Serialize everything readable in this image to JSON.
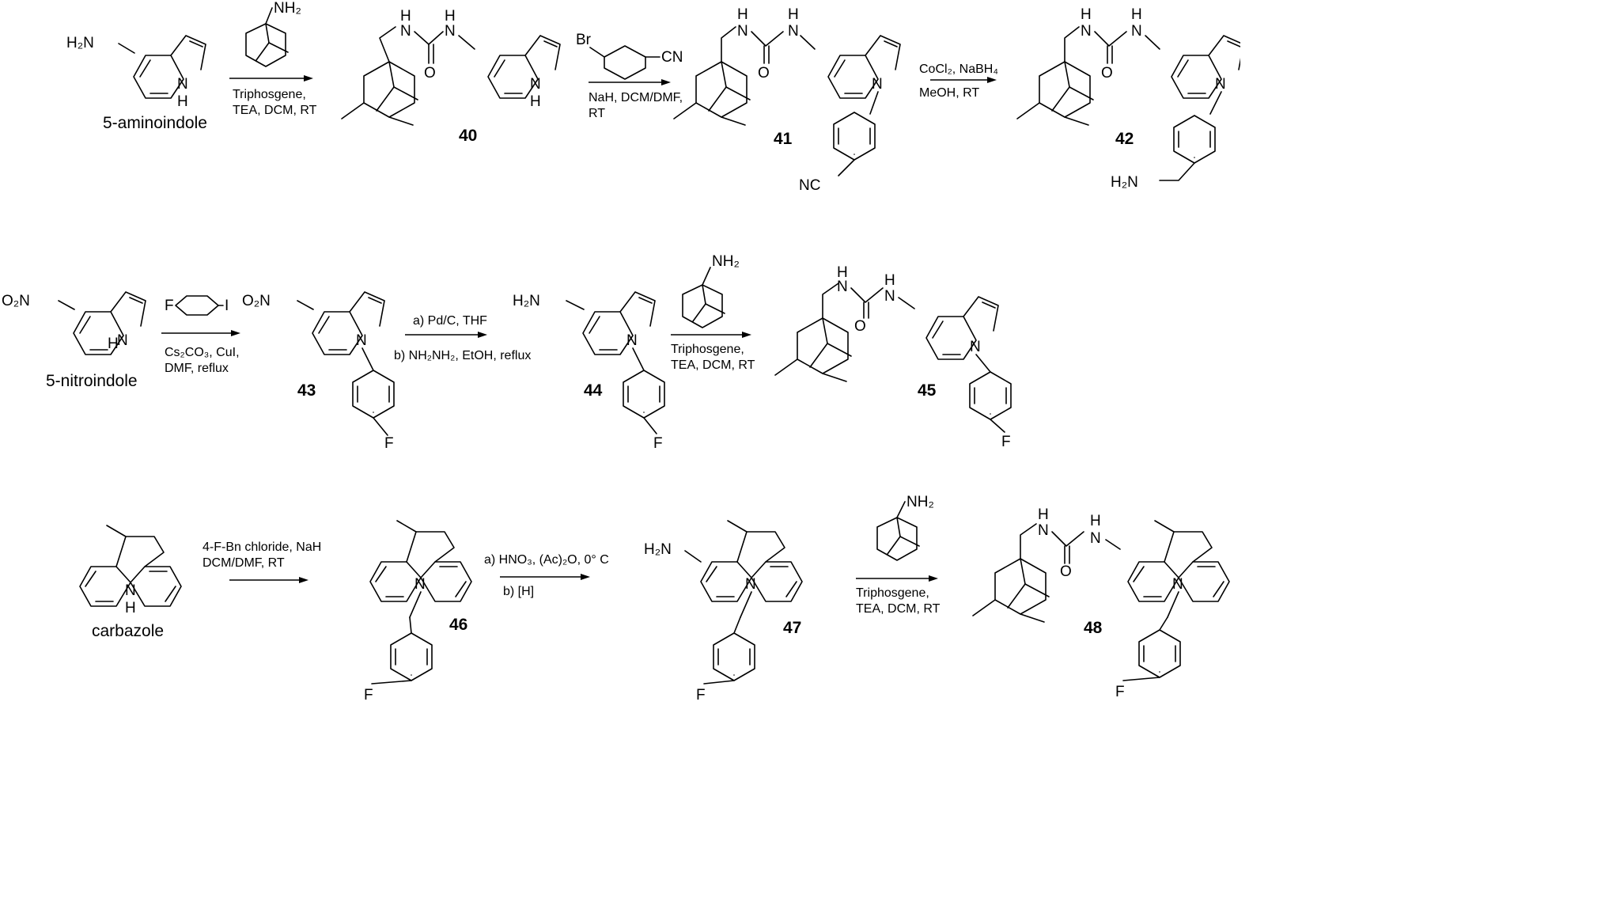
{
  "scheme": {
    "row1": {
      "start_label": "5-aminoindole",
      "start_nh2": "H₂N",
      "start_nh": "N",
      "start_h": "H",
      "reagent_nh2": "NH₂",
      "cond1": [
        "Triphosgene,",
        "TEA, DCM, RT"
      ],
      "cpd40": "40",
      "r2_br": "Br",
      "r2_cn": "CN",
      "cond2": [
        "NaH, DCM/DMF,",
        "RT"
      ],
      "cpd41": "41",
      "cpd41_nc": "NC",
      "cond3_top": "CoCl₂, NaBH₄",
      "cond3_bot": "MeOH, RT",
      "cpd42": "42",
      "cpd42_amine": "H₂N"
    },
    "row2": {
      "start_label": "5-nitroindole",
      "start_no2": "O₂N",
      "r1_f": "F",
      "r1_i": "I",
      "cond1": [
        "Cs₂CO₃, CuI,",
        "DMF, reflux"
      ],
      "cpd43": "43",
      "cond2_a": "a) Pd/C, THF",
      "cond2_b": "b) NH₂NH₂, EtOH, reflux",
      "cpd44": "44",
      "reagent_nh2": "NH₂",
      "cond3": [
        "Triphosgene,",
        "TEA, DCM, RT"
      ],
      "cpd45": "45",
      "f": "F"
    },
    "row3": {
      "start_label": "carbazole",
      "cond1": [
        "4-F-Bn chloride, NaH",
        "DCM/DMF, RT"
      ],
      "cpd46": "46",
      "cond2_a": "a) HNO₃, (Ac)₂O, 0° C",
      "cond2_b": "b) [H]",
      "cpd47": "47",
      "reagent_nh2": "NH₂",
      "cond3": [
        "Triphosgene,",
        "TEA, DCM, RT"
      ],
      "cpd48": "48",
      "f": "F"
    },
    "common": {
      "urea_o": "O",
      "urea_h": "H",
      "urea_n": "N"
    }
  }
}
